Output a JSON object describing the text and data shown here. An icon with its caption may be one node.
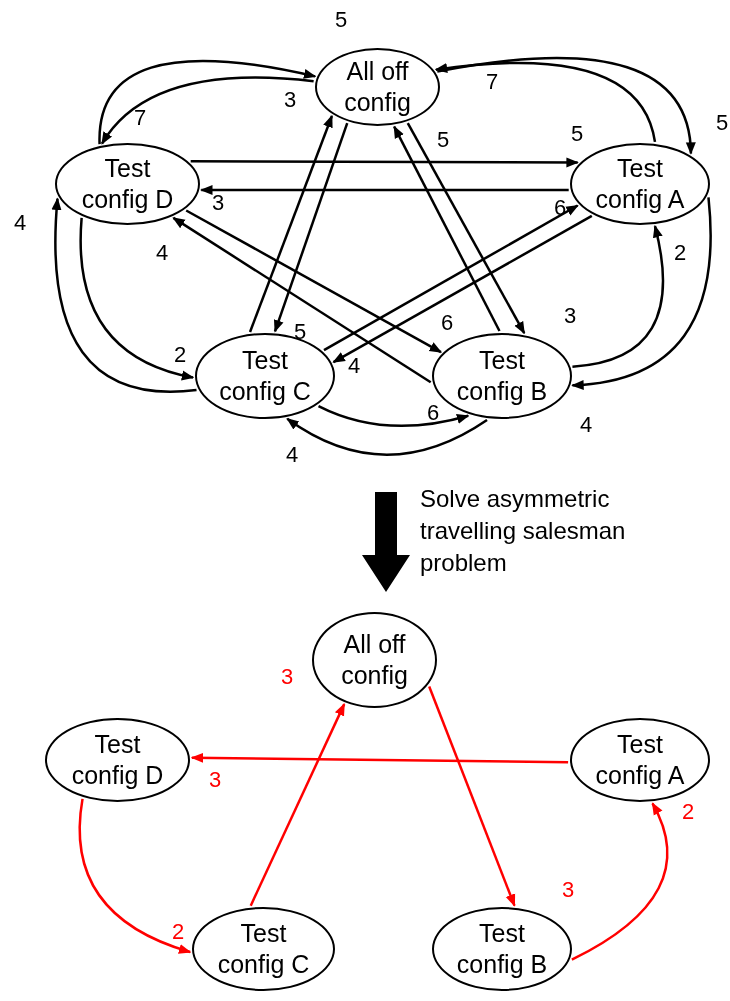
{
  "diagram": {
    "nodes": [
      {
        "text": [
          "All off config"
        ]
      },
      {
        "text": [
          "Test config D"
        ]
      },
      {
        "text": [
          "Test config A"
        ]
      },
      {
        "text": [
          "Test config C"
        ]
      },
      {
        "text": [
          "Test config B"
        ]
      },
      {
        "text": [
          "All off config"
        ]
      },
      {
        "text": [
          "Test config D"
        ]
      },
      {
        "text": [
          "Test config A"
        ]
      },
      {
        "text": [
          "Test config C"
        ]
      },
      {
        "text": [
          "Test config B"
        ]
      }
    ],
    "edges": [
      {
        "from": 1,
        "to": 0,
        "arrow": "to",
        "label": "5"
      },
      {
        "from": 0,
        "to": 1,
        "arrow": "to",
        "label": "7"
      },
      {
        "from": 0,
        "to": 2,
        "arrow": "to",
        "label": "5"
      },
      {
        "from": 2,
        "to": 0,
        "arrow": "to",
        "label": "7"
      },
      {
        "from": 1,
        "to": 2,
        "arrow": "to",
        "label": "5"
      },
      {
        "from": 2,
        "to": 1,
        "arrow": "to",
        "label": "3"
      },
      {
        "from": 0,
        "to": 3,
        "arrow": "to",
        "label": "5"
      },
      {
        "from": 3,
        "to": 0,
        "arrow": "to",
        "label": "3"
      },
      {
        "from": 0,
        "to": 4,
        "arrow": "to",
        "label": "3"
      },
      {
        "from": 4,
        "to": 0,
        "arrow": "to",
        "label": "5"
      },
      {
        "from": 1,
        "to": 4,
        "arrow": "to",
        "label": "6"
      },
      {
        "from": 4,
        "to": 1,
        "arrow": "to",
        "label": "4"
      },
      {
        "from": 3,
        "to": 2,
        "arrow": "to",
        "label": "6"
      },
      {
        "from": 2,
        "to": 3,
        "arrow": "to",
        "label": "4"
      },
      {
        "from": 1,
        "to": 3,
        "arrow": "to",
        "label": "2"
      },
      {
        "from": 3,
        "to": 1,
        "arrow": "to",
        "label": "4"
      },
      {
        "from": 2,
        "to": 4,
        "arrow": "to",
        "label": "4"
      },
      {
        "from": 4,
        "to": 2,
        "arrow": "to",
        "label": "2"
      },
      {
        "from": 3,
        "to": 4,
        "arrow": "to",
        "label": "6"
      },
      {
        "from": 4,
        "to": 3,
        "arrow": "to",
        "label": "4"
      },
      {
        "from": 7,
        "to": 6,
        "arrow": "to",
        "label": "3",
        "color": "#ff0000"
      },
      {
        "from": 6,
        "to": 8,
        "arrow": "to",
        "label": "2",
        "color": "#ff0000"
      },
      {
        "from": 8,
        "to": 5,
        "arrow": "to",
        "label": "3",
        "color": "#ff0000"
      },
      {
        "from": 5,
        "to": 9,
        "arrow": "to",
        "label": "3",
        "color": "#ff0000"
      },
      {
        "from": 9,
        "to": 7,
        "arrow": "to",
        "label": "2",
        "color": "#ff0000"
      }
    ],
    "labels": [
      "Solve asymmetric travelling salesman problem"
    ]
  }
}
